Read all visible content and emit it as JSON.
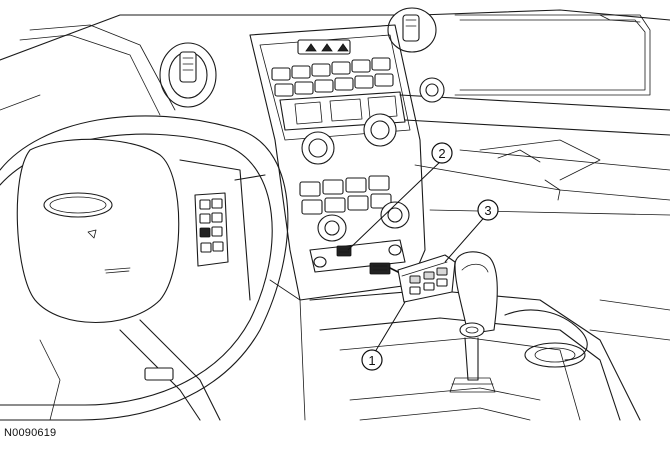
{
  "figure_id": "N0090619",
  "callouts": [
    {
      "label": "1"
    },
    {
      "label": "2"
    },
    {
      "label": "3"
    }
  ],
  "icons": {
    "steering_wheel": "steering-wheel-icon",
    "center_stack": "center-stack-icon",
    "shifter": "gear-shifter-icon",
    "switch_module": "switch-module-icon",
    "connector": "connector-icon"
  }
}
